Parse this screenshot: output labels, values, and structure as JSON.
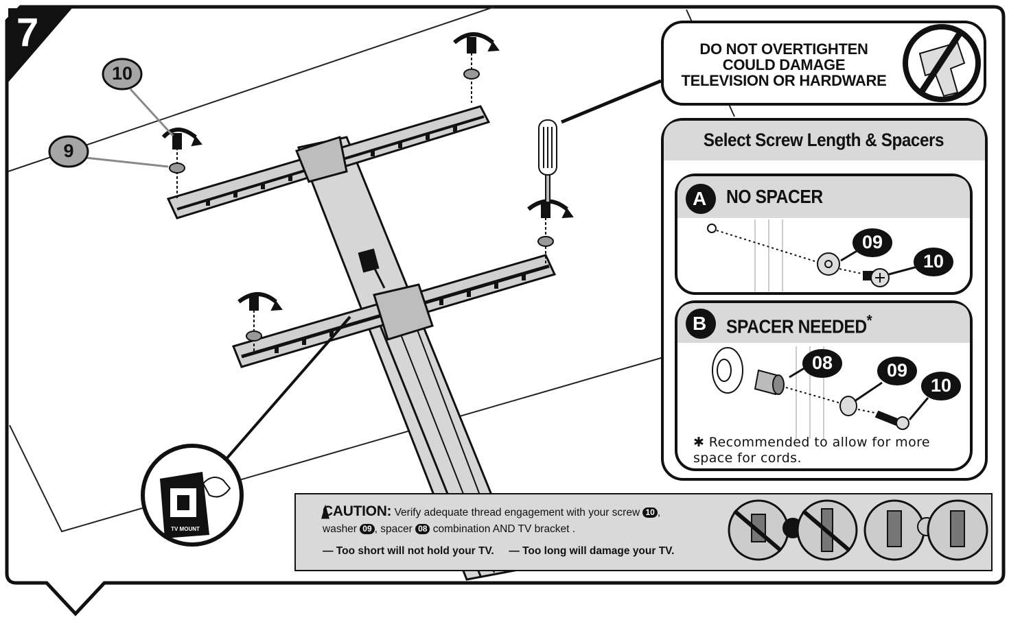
{
  "step": {
    "number": "7"
  },
  "callouts": {
    "screw_top": "10",
    "washer_top": "9"
  },
  "warning": {
    "line1": "DO  NOT OVERTIGHTEN",
    "line2": "COULD DAMAGE",
    "line3": "TELEVISION OR HARDWARE",
    "icon": "no-power-drill-icon"
  },
  "select_panel": {
    "title": "Select Screw Length & Spacers",
    "option_a": {
      "letter": "A",
      "title": "NO SPACER",
      "labels": [
        "09",
        "10"
      ]
    },
    "option_b": {
      "letter": "B",
      "title": "SPACER NEEDED",
      "asterisk": "*",
      "labels": [
        "08",
        "09",
        "10"
      ],
      "note_mark": "✱",
      "note": "Recommended to allow for more space for cords."
    }
  },
  "manual_badge": {
    "label": "TV MOUNT",
    "icon": "tv-manual-booklet-icon"
  },
  "caution": {
    "title": "CAUTION:",
    "text1": "Verify adequate thread engagement with your screw",
    "screw_ref": "10",
    "sep1": ",",
    "text2": "washer",
    "washer_ref": "09",
    "text3": ", spacer",
    "spacer_ref": "08",
    "text4": "combination AND TV bracket .",
    "short": "— Too short will not hold your TV.",
    "long": "— Too long will damage your TV.",
    "icons": [
      "too-short-screw-icon",
      "sad-face-icon",
      "too-long-screw-icon",
      "correct-screw-icon",
      "happy-face-icon",
      "correct-screw-icon"
    ]
  },
  "colors": {
    "ink": "#111111",
    "panel_gray": "#d9d9d9",
    "callout_gray": "#a6a6a6",
    "bracket_gray": "#cfcfcf"
  }
}
